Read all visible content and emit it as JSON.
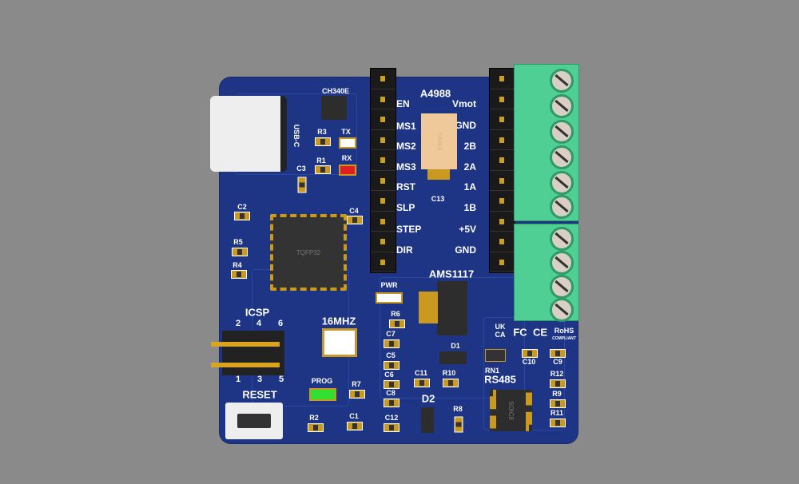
{
  "silkscreen": {
    "ch340e": "CH340E",
    "usbc": "USB-C",
    "r3": "R3",
    "tx": "TX",
    "r1": "R1",
    "rx": "RX",
    "c3": "C3",
    "c2": "C2",
    "c4": "C4",
    "r5": "R5",
    "r4": "R4",
    "tqfp32": "TQFP32",
    "a4988": "A4988",
    "c13": "C13",
    "tantalum": "CA8E4",
    "left_pins": [
      "EN",
      "MS1",
      "MS2",
      "MS3",
      "RST",
      "SLP",
      "STEP",
      "DIR"
    ],
    "right_pins": [
      "Vmot",
      "GND",
      "2B",
      "2A",
      "1A",
      "1B",
      "+5V",
      "GND"
    ],
    "pwr": "PWR",
    "ams1117": "AMS1117",
    "r6": "R6",
    "c7": "C7",
    "c5": "C5",
    "c6": "C6",
    "c8": "C8",
    "c12": "C12",
    "c11": "C11",
    "r10": "R10",
    "d2": "D2",
    "r8": "R8",
    "d1": "D1",
    "rn1": "RN1",
    "rs485": "RS485",
    "soic8": "SOIC8",
    "c10": "C10",
    "c9": "C9",
    "r12": "R12",
    "r9": "R9",
    "r11": "R11",
    "mhz16": "16MHZ",
    "icsp": "ICSP",
    "icsp_top": [
      "2",
      "4",
      "6"
    ],
    "icsp_bottom": [
      "1",
      "3",
      "5"
    ],
    "prog": "PROG",
    "r7": "R7",
    "reset": "RESET",
    "r2": "R2",
    "c1": "C1",
    "ukca_top": "UK",
    "ukca_bottom": "CA",
    "fc": "FC",
    "ce": "CE",
    "rohs": "RoHS",
    "compliant": "COMPLIANT"
  },
  "colors": {
    "board": "#1d3584",
    "tx_led": "#ffffff",
    "rx_led": "#e02020",
    "prog_led": "#30e030",
    "terminal": "#4fcf94"
  }
}
